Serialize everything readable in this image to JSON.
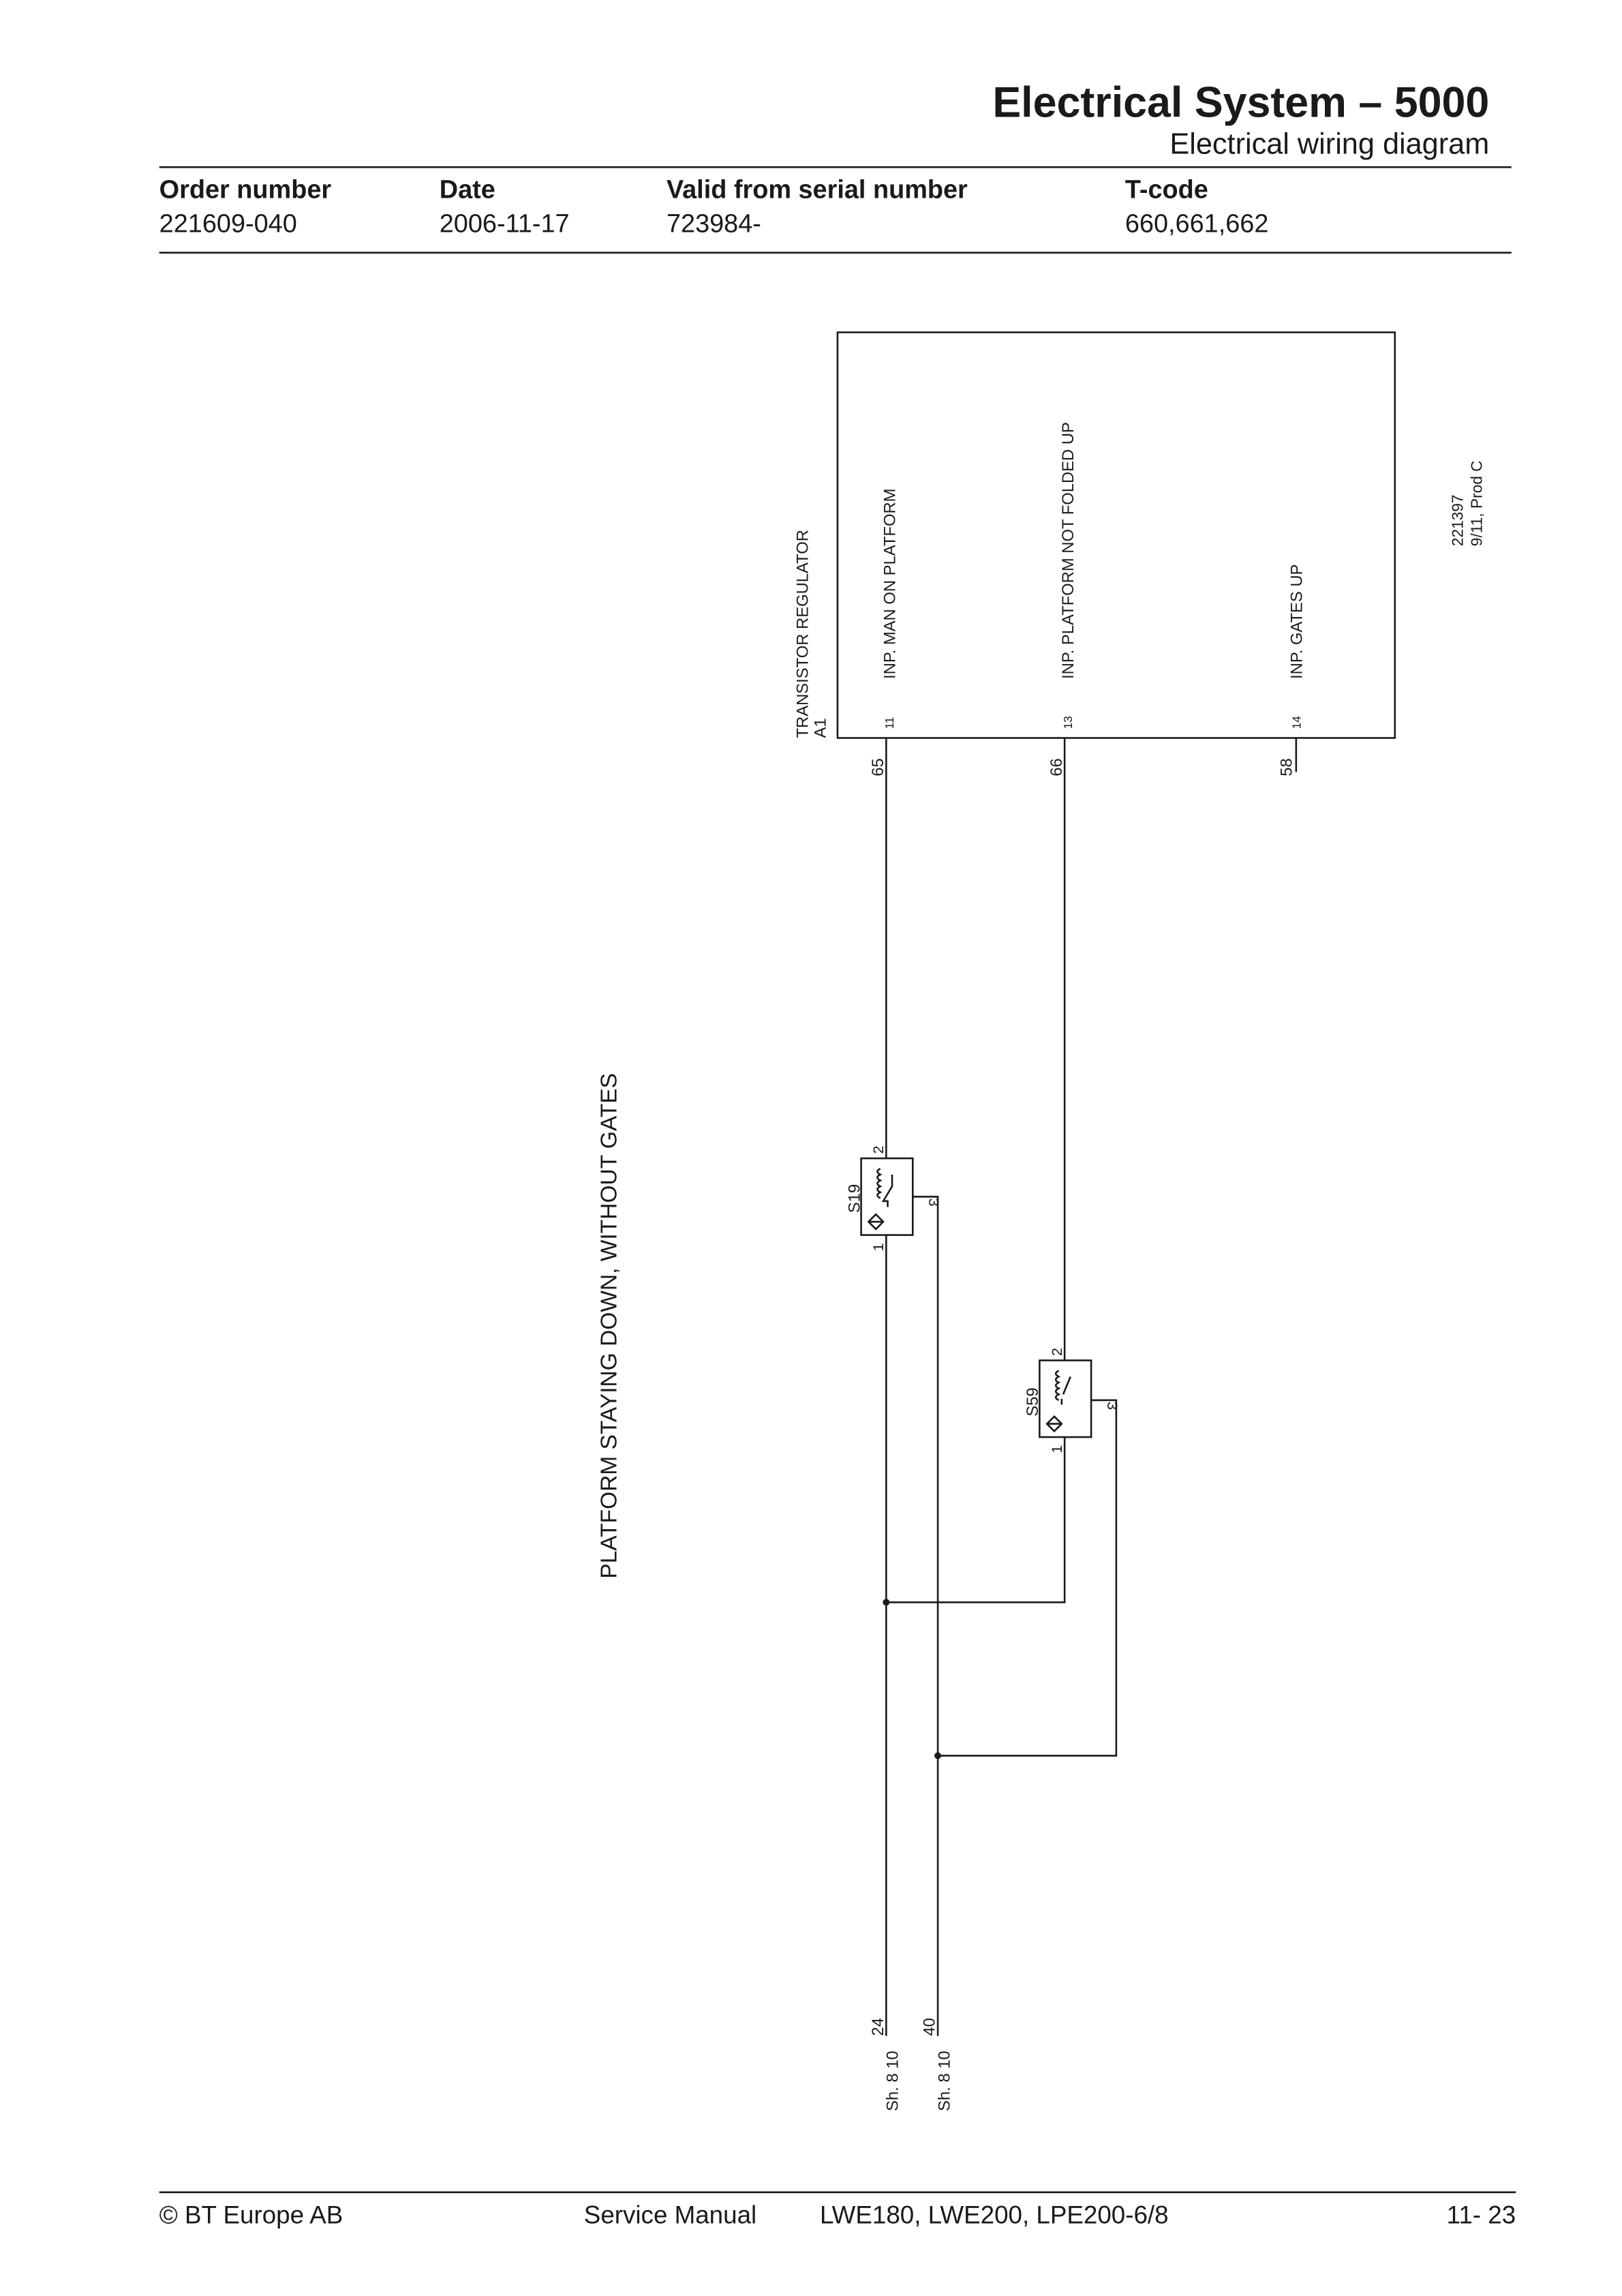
{
  "header": {
    "title": "Electrical System – 5000",
    "subtitle": "Electrical wiring diagram",
    "columns": [
      {
        "label": "Order number",
        "value": "221609-040"
      },
      {
        "label": "Date",
        "value": "2006-11-17"
      },
      {
        "label": "Valid from serial number",
        "value": "723984-"
      },
      {
        "label": "T-code",
        "value": "660,661,662"
      }
    ]
  },
  "diagram": {
    "section_title": "PLATFORM STAYING DOWN, WITHOUT GATES",
    "regulator": {
      "name": "TRANSISTOR REGULATOR",
      "ref": "A1",
      "ref_note_1": "221397",
      "ref_note_2": "9/11, Prod C",
      "pins": [
        {
          "pin": "11",
          "label": "INP. MAN ON PLATFORM",
          "wire": "65"
        },
        {
          "pin": "13",
          "label": "INP. PLATFORM NOT FOLDED UP",
          "wire": "66"
        },
        {
          "pin": "14",
          "label": "INP. GATES UP",
          "wire": "58"
        }
      ]
    },
    "switches": [
      {
        "ref": "S19",
        "pin1": "1",
        "pin2": "2",
        "pin3": "3"
      },
      {
        "ref": "S59",
        "pin1": "1",
        "pin2": "2",
        "pin3": "3"
      }
    ],
    "outputs": [
      {
        "wire": "24",
        "ref": "Sh. 8 10"
      },
      {
        "wire": "40",
        "ref": "Sh. 8 10"
      }
    ]
  },
  "footer": {
    "copyright": "© BT Europe AB",
    "manual": "Service Manual",
    "models": "LWE180, LWE200, LPE200-6/8",
    "page": "11- 23"
  }
}
